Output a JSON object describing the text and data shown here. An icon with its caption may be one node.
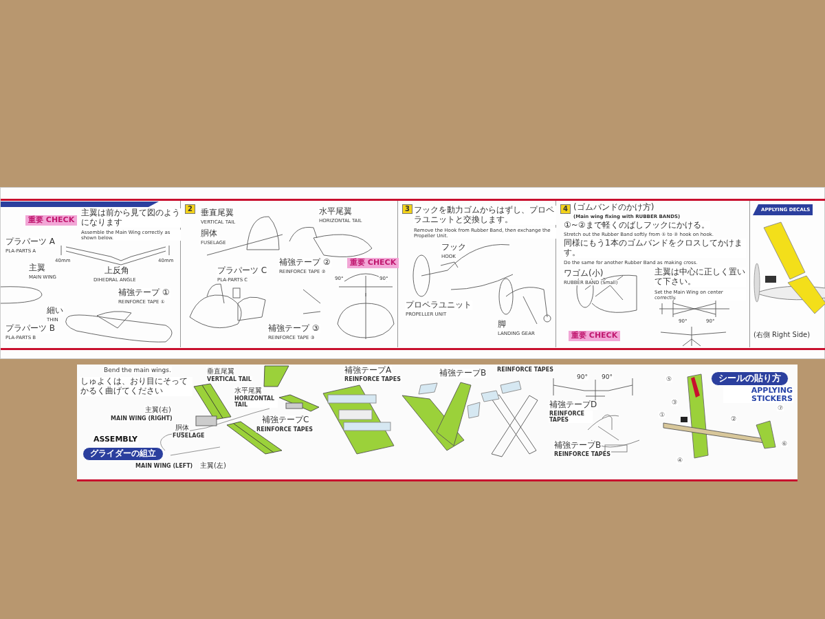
{
  "diagram": {
    "nodes": [
      {
        "text": [],
        "shape": "box"
      },
      {
        "text": [
          "重要 CHECK",
          "主翼は前から見て図のようになります",
          "Assemble the Main Wing correctly as shown below.",
          "40mm",
          "40mm",
          "上反角",
          "DIHEDRAL ANGLE",
          "プラパーツ A",
          "PLA-PARTS A",
          "主翼",
          "MAIN WING",
          "補強テープ ①",
          "REINFORCE TAPE ①",
          "細い",
          "THIN",
          "プラパーツ B",
          "PLA-PARTS B"
        ],
        "in": 0
      },
      {
        "text": [
          "2",
          "垂直尾翼",
          "VERTICAL TAIL",
          "胴体",
          "FUSELAGE",
          "水平尾翼",
          "HORIZONTAL TAIL",
          "補強テープ ②",
          "REINFORCE TAPE ②",
          "重要 CHECK",
          "プラパーツ C",
          "PLA-PARTS C",
          "90°",
          "90°",
          "補強テープ ③",
          "REINFORCE TAPE ③"
        ],
        "in": 0
      },
      {
        "text": [
          "3",
          "フックを動力ゴムからはずし、プロペラユニットと交換します。",
          "Remove the Hook from Rubber Band, then exchange the Propeller Unit.",
          "フック",
          "HOOK",
          "プロペラユニット",
          "PROPELLER UNIT",
          "脚",
          "LANDING GEAR"
        ],
        "in": 0
      },
      {
        "text": [
          "4",
          "(ゴムバンドのかけ方)",
          "(Main wing fixing with RUBBER BANDS)",
          "①~②まで軽くのばしフックにかける。",
          "Stretch out the Rubber Band softly from ① to ② hook on hook.",
          "同様にもう1本のゴムバンドをクロスしてかけます。",
          "Do the same for another Rubber Band as making cross.",
          "ワゴム(小)",
          "RUBBER BAND (Small)",
          "主翼は中心に正しく置いて下さい。",
          "Set the Main Wing on center correctly.",
          "90°",
          "90°",
          "重要 CHECK"
        ],
        "in": 0
      },
      {
        "text": [
          "APPLYING DECALS",
          "(右側 Right Side)"
        ],
        "in": 0
      },
      {
        "text": [
          "Bend the main wings.",
          "しゅよくは、おり目にそってかるく曲げてください",
          "垂直尾翼",
          "VERTICAL TAIL",
          "水平尾翼",
          "HORIZONTAL TAIL",
          "主翼(右)",
          "MAIN WING (RIGHT)",
          "胴体",
          "FUSELAGE",
          "ASSEMBLY",
          "グライダーの組立",
          "MAIN WING (LEFT)",
          "主翼(左)",
          "補強テープA",
          "REINFORCE TAPES",
          "補強テープC",
          "REINFORCE TAPES",
          "補強テープB",
          "REINFORCE TAPES",
          "90°",
          "90°",
          "補強テープD",
          "REINFORCE TAPES",
          "補強テープB",
          "REINFORCE TAPES",
          "シールの貼り方",
          "APPLYING STICKERS",
          "⑤",
          "③",
          "①",
          "②",
          "④",
          "⑦",
          "⑥"
        ]
      }
    ]
  }
}
